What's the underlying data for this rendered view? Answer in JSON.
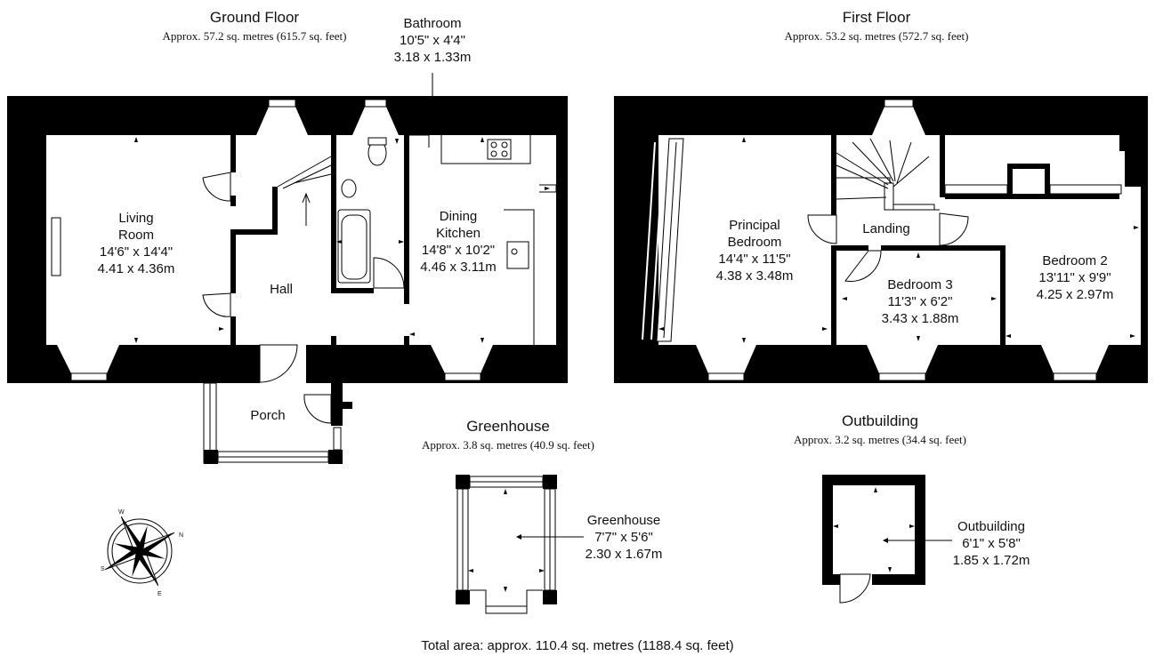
{
  "ground_floor": {
    "title": "Ground Floor",
    "area": "Approx. 57.2 sq. metres (615.7 sq. feet)",
    "rooms": {
      "living": {
        "name1": "Living",
        "name2": "Room",
        "imperial": "14'6\" x 14'4\"",
        "metric": "4.41 x 4.36m"
      },
      "hall": {
        "name": "Hall"
      },
      "bathroom": {
        "name": "Bathroom",
        "imperial": "10'5\" x 4'4\"",
        "metric": "3.18 x 1.33m"
      },
      "kitchen": {
        "name1": "Dining",
        "name2": "Kitchen",
        "imperial": "14'8\" x 10'2\"",
        "metric": "4.46 x 3.11m"
      },
      "porch": {
        "name": "Porch"
      }
    }
  },
  "first_floor": {
    "title": "First Floor",
    "area": "Approx. 53.2 sq. metres (572.7 sq. feet)",
    "rooms": {
      "principal": {
        "name1": "Principal",
        "name2": "Bedroom",
        "imperial": "14'4\" x 11'5\"",
        "metric": "4.38 x 3.48m"
      },
      "landing": {
        "name": "Landing"
      },
      "bedroom3": {
        "name": "Bedroom 3",
        "imperial": "11'3\" x 6'2\"",
        "metric": "3.43 x 1.88m"
      },
      "bedroom2": {
        "name": "Bedroom 2",
        "imperial": "13'11\" x 9'9\"",
        "metric": "4.25 x 2.97m"
      }
    }
  },
  "greenhouse": {
    "title": "Greenhouse",
    "area": "Approx. 3.8 sq. metres (40.9 sq. feet)",
    "room": {
      "name": "Greenhouse",
      "imperial": "7'7\" x 5'6\"",
      "metric": "2.30 x 1.67m"
    }
  },
  "outbuilding": {
    "title": "Outbuilding",
    "area": "Approx. 3.2 sq. metres (34.4 sq. feet)",
    "room": {
      "name": "Outbuilding",
      "imperial": "6'1\" x 5'8\"",
      "metric": "1.85 x 1.72m"
    }
  },
  "total_area": "Total area: approx. 110.4 sq. metres (1188.4 sq. feet)",
  "compass": {
    "icon": "compass-rose-icon",
    "letters": [
      "N",
      "E",
      "S",
      "W"
    ]
  },
  "colors": {
    "wall": "#000000",
    "background": "#ffffff",
    "line": "#111111"
  }
}
